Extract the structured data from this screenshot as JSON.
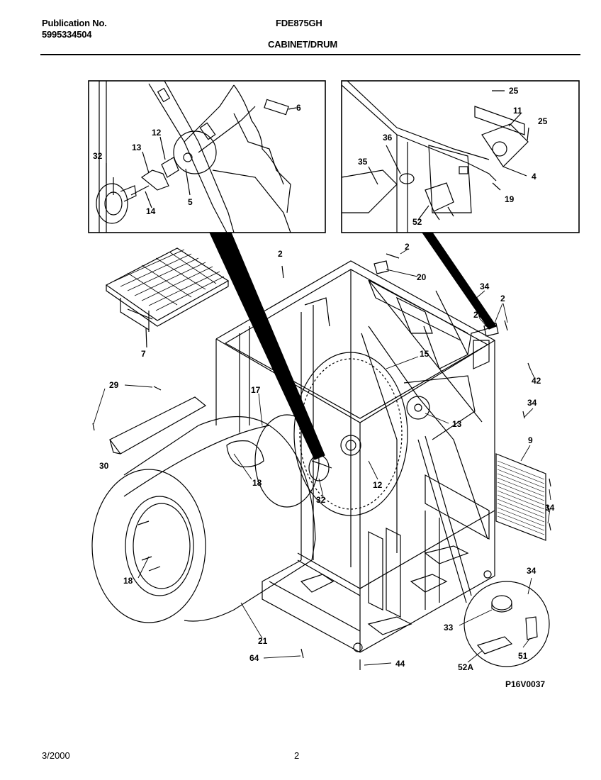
{
  "header": {
    "publication_label": "Publication No.",
    "publication_number": "5995334504",
    "model": "FDE875GH",
    "section_title": "CABINET/DRUM"
  },
  "callouts": {
    "c2a": "2",
    "c2b": "2",
    "c2c": "2",
    "c4": "4",
    "c5": "5",
    "c6": "6",
    "c7": "7",
    "c9": "9",
    "c11": "11",
    "c12a": "12",
    "c12b": "12",
    "c13a": "13",
    "c13b": "13",
    "c14": "14",
    "c15": "15",
    "c17": "17",
    "c18a": "18",
    "c18b": "18",
    "c19": "19",
    "c20a": "20",
    "c20b": "20",
    "c21": "21",
    "c25a": "25",
    "c25b": "25",
    "c29": "29",
    "c30": "30",
    "c32a": "32",
    "c32b": "32",
    "c33": "33",
    "c34a": "34",
    "c34b": "34",
    "c34c": "34",
    "c34d": "34",
    "c35": "35",
    "c36": "36",
    "c42": "42",
    "c44": "44",
    "c51": "51",
    "c52": "52",
    "c52a": "52A",
    "c64": "64"
  },
  "figure_code": "P16V0037",
  "footer": {
    "date": "3/2000",
    "page": "2"
  }
}
